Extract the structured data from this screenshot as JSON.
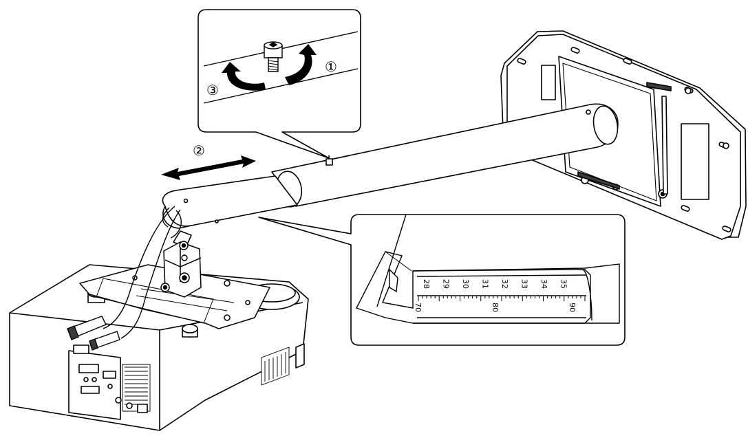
{
  "callouts": {
    "step1": "①",
    "step2": "②",
    "step3": "③"
  },
  "scale": {
    "upper_ticks": [
      "28",
      "29",
      "30",
      "31",
      "32",
      "33",
      "34",
      "35"
    ],
    "lower_ticks": [
      "70",
      "80",
      "90"
    ]
  },
  "colors": {
    "line": "#000000",
    "fill": "#ffffff",
    "shade": "#9a9a9a",
    "dark": "#3a3a3a"
  }
}
